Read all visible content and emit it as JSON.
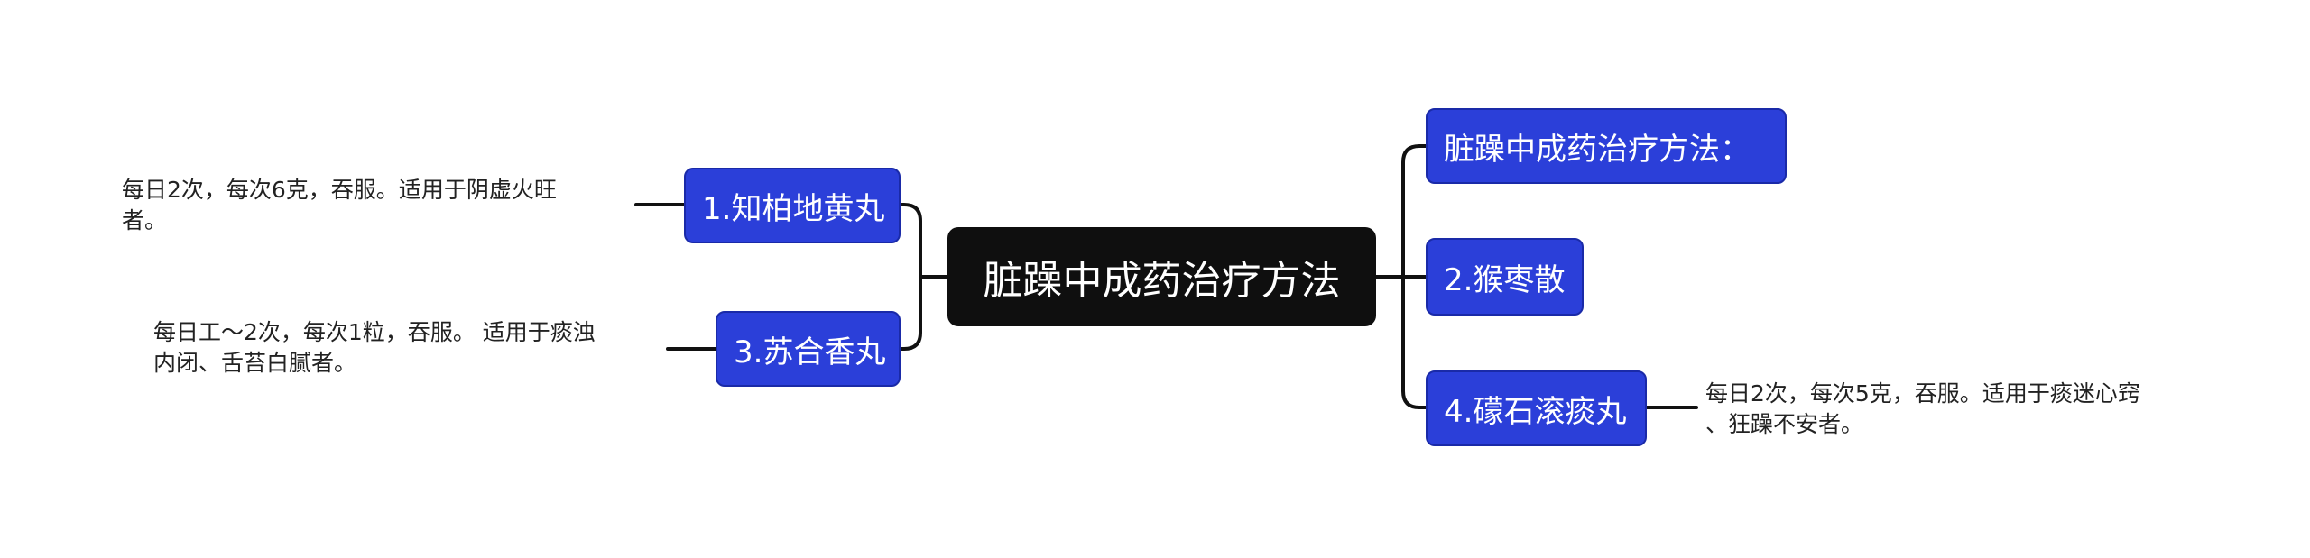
{
  "mindmap": {
    "root": {
      "label": "脏躁中成药治疗方法"
    },
    "right": [
      {
        "label": "脏躁中成药治疗方法："
      },
      {
        "label": "2.猴枣散"
      },
      {
        "label": "4.礞石滚痰丸",
        "note_line1": "每日2次，每次5克，吞服。适用于痰迷心窍",
        "note_line2": "、狂躁不安者。"
      }
    ],
    "left": [
      {
        "label": "1.知柏地黄丸",
        "note_line1": "每日2次，每次6克，吞服。适用于阴虚火旺",
        "note_line2": "者。"
      },
      {
        "label": "3.苏合香丸",
        "note_line1": "每日工～2次，每次1粒，吞服。 适用于痰浊",
        "note_line2": "内闭、舌苔白腻者。"
      }
    ],
    "colors": {
      "root_bg": "#0f0f0f",
      "branch_bg": "#2b3fd9",
      "branch_border": "#1a2aa8",
      "edge": "#111111",
      "note_text": "#222222"
    }
  }
}
